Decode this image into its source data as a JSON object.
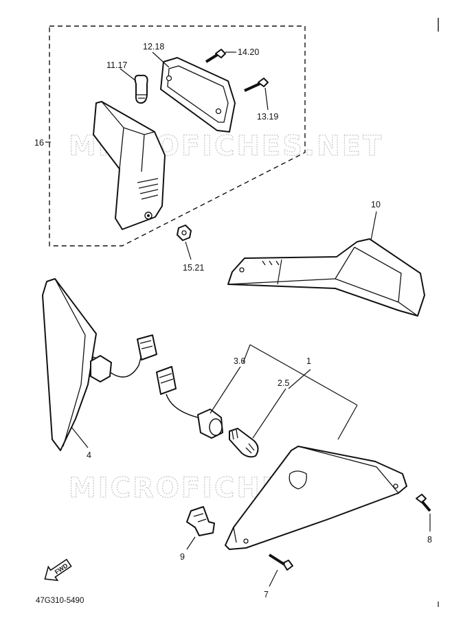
{
  "diagram": {
    "part_code": "47G310-5490",
    "watermark": "MICROFICHES.NET",
    "fwd_label": "FWD",
    "callouts": {
      "c1": "1",
      "c2_5": "2.5",
      "c3_6": "3.6",
      "c4": "4",
      "c7": "7",
      "c8": "8",
      "c9": "9",
      "c10": "10",
      "c11_17": "11.17",
      "c12_18": "12.18",
      "c13_19": "13.19",
      "c14_20": "14.20",
      "c15_21": "15.21",
      "c16": "16"
    }
  }
}
